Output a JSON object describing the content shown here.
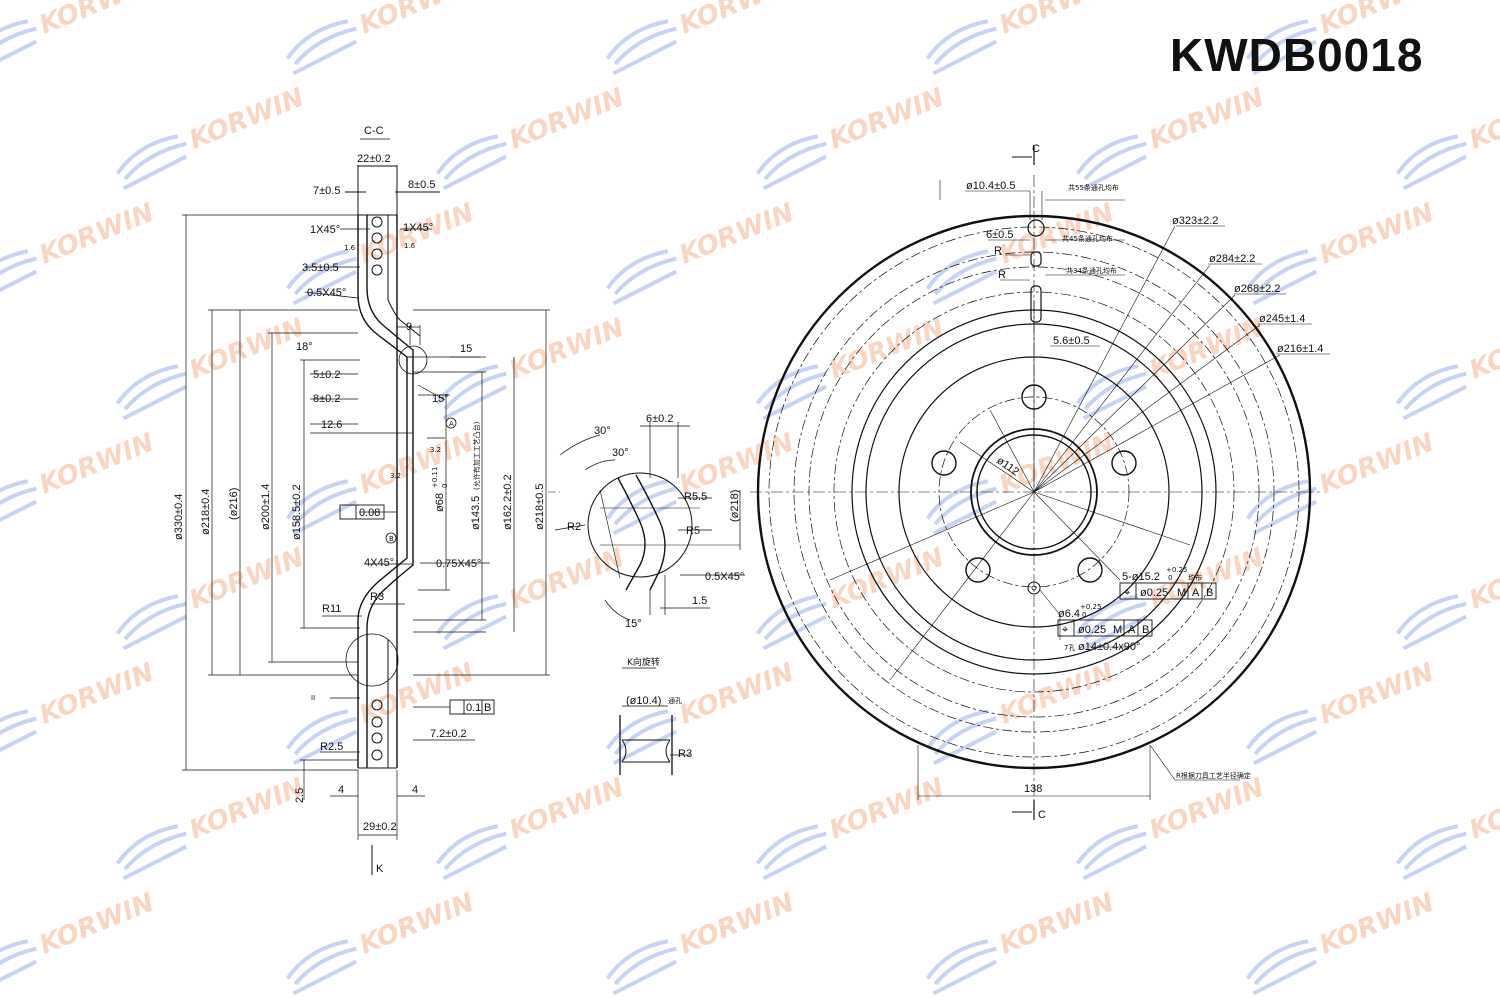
{
  "title": "KWDB0018",
  "watermark": "KORWIN",
  "colors": {
    "line": "#111111",
    "watermark_text": "#f4b591",
    "watermark_swoosh": "#8fa8e8"
  },
  "section_view": {
    "label": "C-C",
    "labels": {
      "thickness_top": "22±0.2",
      "d7": "7±0.5",
      "d8": "8±0.5",
      "ch1_left": "1X45°",
      "ch1_right": "1X45°",
      "rough_left": "1.6",
      "rough_right": "1.6",
      "d35": "3.5±0.5",
      "ch05": "0.5X45°",
      "d9": "9",
      "d15": "15",
      "angle18": "18°",
      "d5": "5±0.2",
      "d8b": "8±0.2",
      "angle15": "15°",
      "d126": "12.6",
      "rough32a": "3.2",
      "rough32b": "3.2",
      "flat": "0.08",
      "datumA": "A",
      "datumB": "B",
      "ch4": "4X45°",
      "ch075": "0.75X45°",
      "r11": "R11",
      "r3": "R3",
      "roman2": "II",
      "par_value": "0.1",
      "par_datum": "B",
      "d72": "7.2±0.2",
      "r25": "R2.5",
      "d25": "2.5",
      "d4l": "4",
      "d4r": "4",
      "total": "29±0.2",
      "view_k": "K",
      "d330": "ø330±0.4",
      "d218a": "ø218±0.4",
      "d216": "(ø216)",
      "d200": "ø200±1.4",
      "d158": "ø158.5±0.2",
      "d68": "ø68",
      "d68_tol": "+0.11",
      "d68_tol0": "0",
      "d1435": "ø143.5",
      "d1435_note": "(允许有加工工艺凸台)",
      "d1622": "ø162.2±0.2",
      "d218b": "ø218±0.5"
    }
  },
  "detail_ii": {
    "labels": {
      "a30a": "30°",
      "a30b": "30°",
      "d6": "6±0.2",
      "r55": "R5.5",
      "r5": "R5",
      "r2": "R2",
      "d218": "(ø218)",
      "ch05": "0.5X45°",
      "d15": "1.5",
      "a15": "15°"
    }
  },
  "detail_k": {
    "title": "K向旋转",
    "hole": "(ø10.4)",
    "hole_note": "通孔",
    "r3": "R3"
  },
  "face_view": {
    "section_mark_top": "C",
    "section_mark_bottom": "C",
    "labels": {
      "d104": "ø10.4±0.5",
      "slot55": "共55条通孔均布",
      "slot45": "共45条通孔均布",
      "slot34": "共34条通孔均布",
      "d323": "ø323±2.2",
      "d284": "ø284±2.2",
      "d268": "ø268±2.2",
      "d245": "ø245±1.4",
      "d216": "ø216±1.4",
      "d6": "6±0.5",
      "r1": "R",
      "r2": "R",
      "d56": "5.6±0.5",
      "pcd": "ø112",
      "holes5": "5-ø15.2",
      "holes5_tol": "+0.25",
      "holes5_tol0": "0",
      "holes5_note": "均布",
      "pos1": "ø0.25",
      "pos1_mod": "M",
      "pos1_a": "A",
      "pos1_b": "B",
      "d64": "ø6.4",
      "d64_tol": "+0.25",
      "d64_tol0": "0",
      "pos2": "ø0.25",
      "pos2_mod": "M",
      "pos2_a": "A",
      "pos2_b": "B",
      "ch14": "ø14±0.4x90°",
      "ch14_pre": "7孔",
      "d138": "138",
      "r_note": "R根据刀具工艺半径确定"
    }
  }
}
